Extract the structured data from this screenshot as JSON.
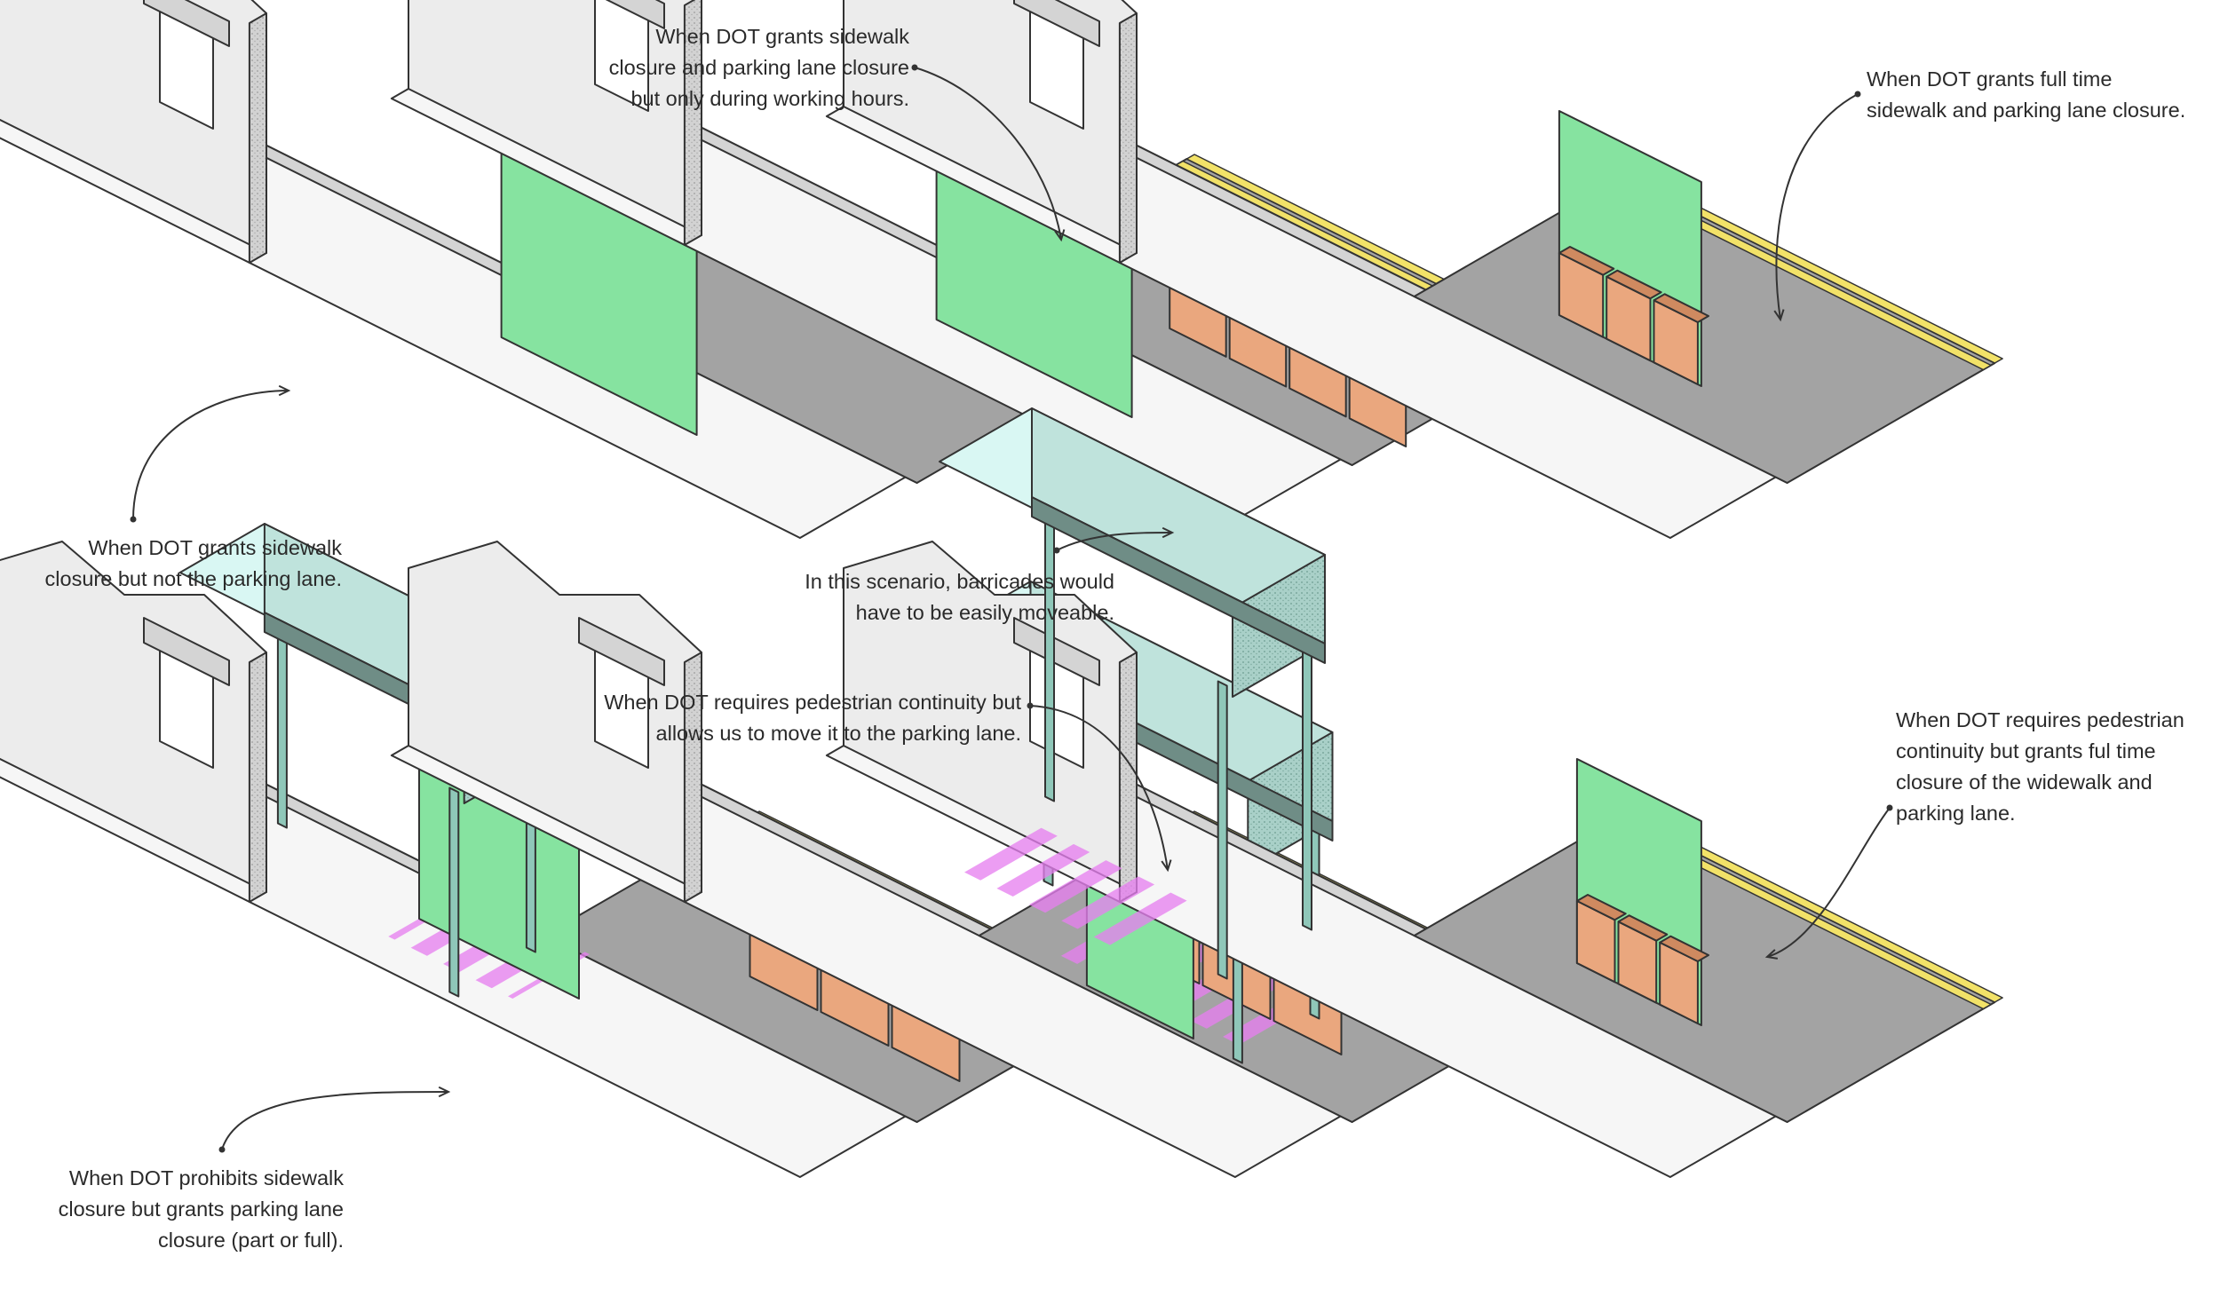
{
  "colors": {
    "ink": "#333333",
    "wall": "#ececec",
    "wall_shade": "#d4d4d4",
    "wall_dark": "#9a9a9a",
    "sidewalk": "#f6f6f6",
    "road": "#a3a3a3",
    "road_dark": "#8a8a8a",
    "yellow_line": "#f2e268",
    "fence_green": "#86e3a0",
    "barricade": "#eaa77e",
    "barricade_shade": "#cf8a60",
    "container": "#bfe3dc",
    "container_inner": "#d9f7f3",
    "scaffold": "#8fc7b9",
    "pedestrian_zone": "#e77ff0"
  },
  "captions": [
    {
      "id": "scenario-1",
      "text": "When DOT grants sidewalk\nclosure but not the parking lane."
    },
    {
      "id": "scenario-2",
      "text": "When DOT grants sidewalk\nclosure and parking lane closure\nbut only during working hours."
    },
    {
      "id": "scenario-2-note",
      "text": "In this scenario, barricades would\nhave to be easily moveable."
    },
    {
      "id": "scenario-3",
      "text": "When DOT grants full time\nsidewalk and parking lane closure."
    },
    {
      "id": "scenario-4",
      "text": "When DOT prohibits sidewalk\nclosure but grants parking lane\nclosure (part or full)."
    },
    {
      "id": "scenario-5",
      "text": "When DOT requires pedestrian continuity but\nallows us to move it to the parking lane."
    },
    {
      "id": "scenario-6",
      "text": "When DOT requires pedestrian\ncontinuity but grants ful time\nclosure of the widewalk and\nparking lane."
    }
  ]
}
